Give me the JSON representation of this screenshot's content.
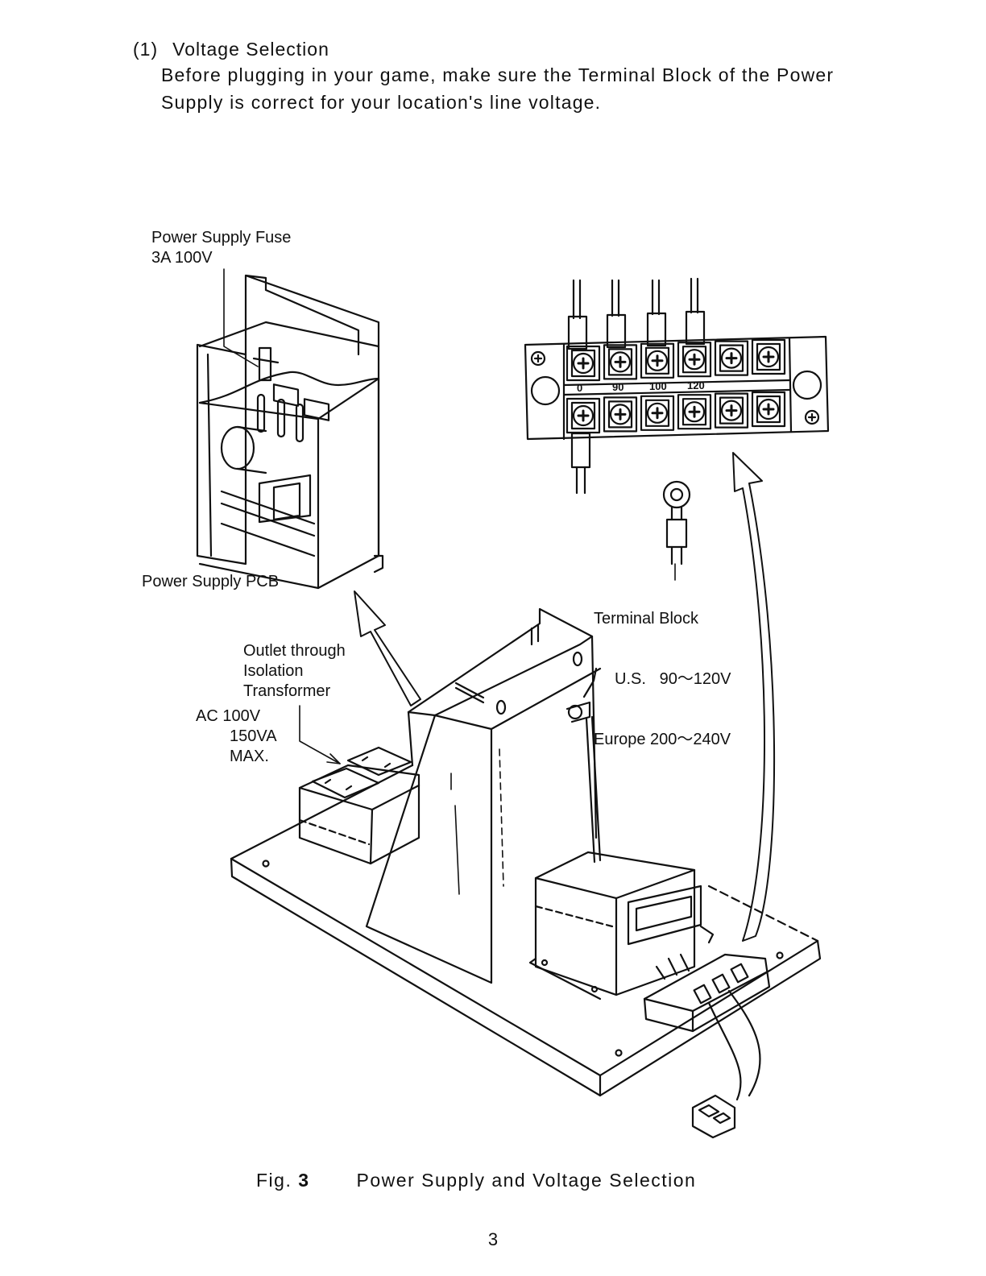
{
  "section": {
    "number": "(1)",
    "title": "Voltage Selection"
  },
  "intro_text": "Before plugging in your game, make sure the Terminal Block of the Power Supply is correct for your location's line voltage.",
  "labels": {
    "fuse_line1": "Power Supply Fuse",
    "fuse_line2": "3A 100V",
    "pcb": "Power Supply PCB",
    "outlet_line1": "Outlet through",
    "outlet_line2": "Isolation",
    "outlet_line3": "Transformer",
    "ac_line1": "AC 100V",
    "ac_line2": "150VA",
    "ac_line3": "MAX.",
    "tb_line1": "Terminal Block",
    "tb_line2": "U.S.   90～120V",
    "tb_line3": "Europe 200～240V"
  },
  "terminal_numbers": [
    "0",
    "90",
    "100",
    "120"
  ],
  "caption": {
    "fig": "Fig.",
    "fig_num": "3",
    "title": "Power Supply and Voltage Selection"
  },
  "page_number": "3"
}
